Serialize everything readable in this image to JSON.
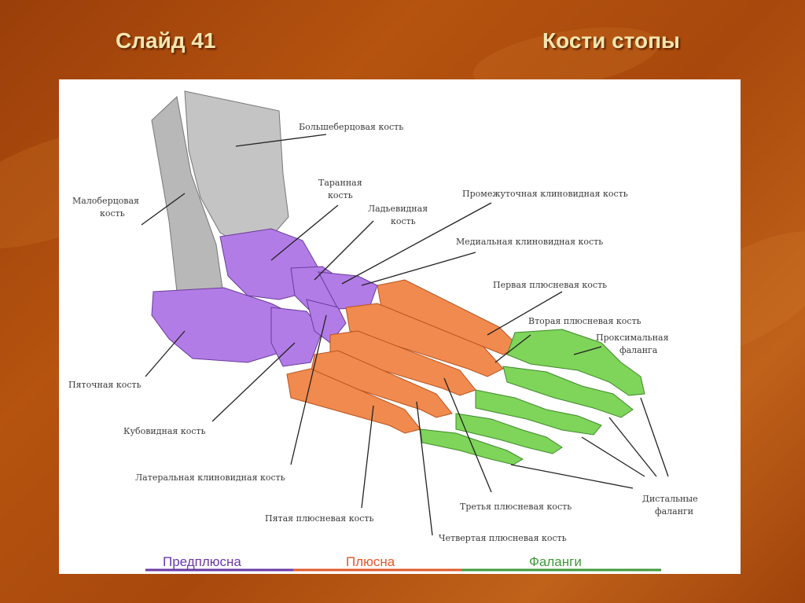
{
  "slide": {
    "number_label": "Слайд 41",
    "title": "Кости стопы"
  },
  "labels": {
    "tibia": "Большеберцовая кость",
    "fibula_1": "Малоберцовая",
    "fibula_2": "кость",
    "talus_1": "Таранная",
    "talus_2": "кость",
    "navicular_1": "Ладьевидная",
    "navicular_2": "кость",
    "intermediate_cuneiform": "Промежуточная клиновидная кость",
    "medial_cuneiform": "Медиальная клиновидная кость",
    "first_metatarsal": "Первая плюсневая кость",
    "second_metatarsal": "Вторая плюсневая кость",
    "proximal_phalanx_1": "Проксимальная",
    "proximal_phalanx_2": "фаланга",
    "calcaneus": "Пяточная кость",
    "cuboid": "Кубовидная кость",
    "lateral_cuneiform": "Латеральная клиновидная кость",
    "fifth_metatarsal": "Пятая плюсневая кость",
    "third_metatarsal": "Третья плюсневая кость",
    "fourth_metatarsal": "Четвертая плюсневая кость",
    "distal_phalanges_1": "Дистальные",
    "distal_phalanges_2": "фаланги"
  },
  "legend": [
    {
      "label": "Предплюсна",
      "color": "#7a3fb0"
    },
    {
      "label": "Плюсна",
      "color": "#e5602a"
    },
    {
      "label": "Фаланги",
      "color": "#3f9a3a"
    }
  ],
  "colors": {
    "tarsus": "#b27ce6",
    "metatarsus": "#f08a4e",
    "phalanges": "#7fd45a",
    "leg_bones": "#bdbdbd"
  }
}
